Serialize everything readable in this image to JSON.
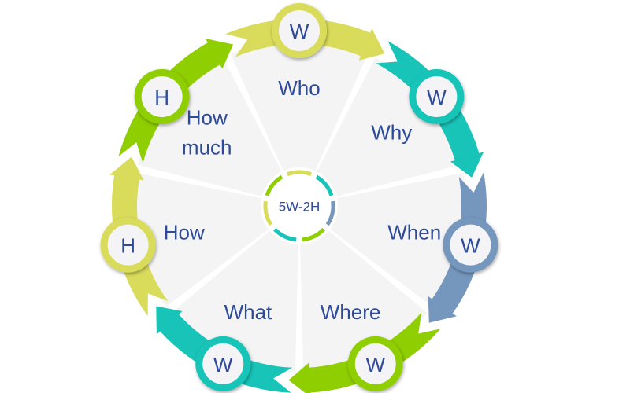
{
  "diagram": {
    "title": "5W-2H",
    "direction": "clockwise",
    "segments": [
      {
        "label_lines": [
          "Who"
        ],
        "badge": "W",
        "color": "#d9dc5a"
      },
      {
        "label_lines": [
          "Why"
        ],
        "badge": "W",
        "color": "#18c4b8"
      },
      {
        "label_lines": [
          "When"
        ],
        "badge": "W",
        "color": "#7596bd"
      },
      {
        "label_lines": [
          "Where"
        ],
        "badge": "W",
        "color": "#8fce00"
      },
      {
        "label_lines": [
          "What"
        ],
        "badge": "W",
        "color": "#18c4b8"
      },
      {
        "label_lines": [
          "How"
        ],
        "badge": "H",
        "color": "#d9dc5a"
      },
      {
        "label_lines": [
          "How",
          "much"
        ],
        "badge": "H",
        "color": "#8fce00"
      }
    ],
    "colors": {
      "wedge_fill": "#f4f4f5",
      "text": "#2e4a9a",
      "badge_inner": "#f4f4f6",
      "background": "#ffffff"
    }
  }
}
